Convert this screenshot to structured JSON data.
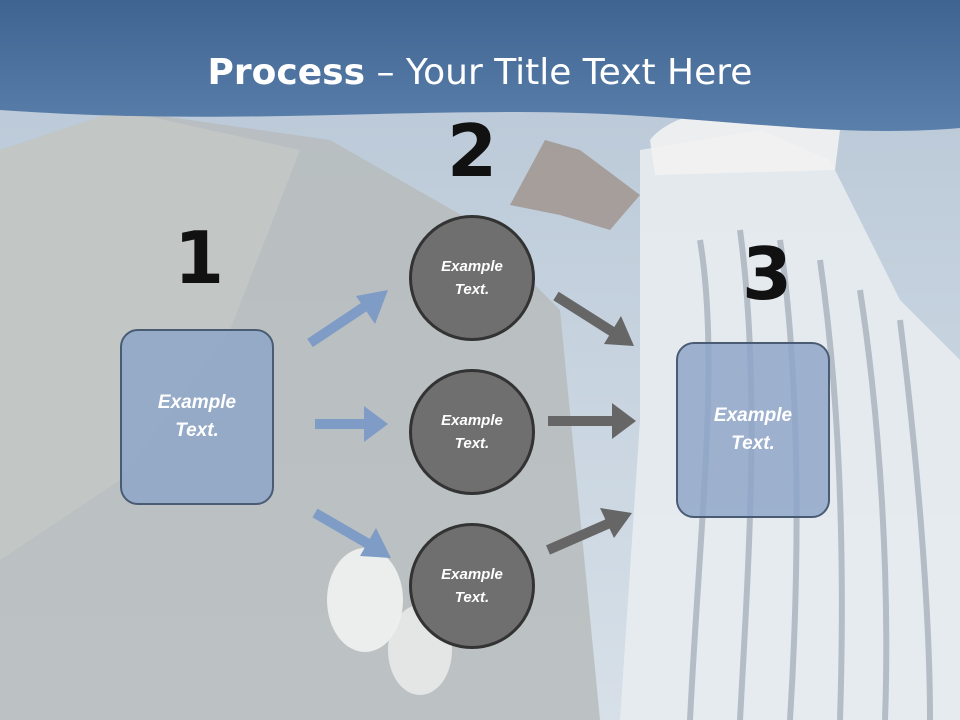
{
  "title": {
    "bold": "Process",
    "rest": " – Your Title Text Here"
  },
  "steps": [
    {
      "number": "1",
      "text": "Example\nText."
    },
    {
      "number": "2"
    },
    {
      "number": "3",
      "text": "Example\nText."
    }
  ],
  "circles": [
    {
      "text": "Example\nText."
    },
    {
      "text": "Example\nText."
    },
    {
      "text": "Example\nText."
    }
  ],
  "colors": {
    "header": "#4f72a0",
    "box_fill": "#8ca5c8",
    "circle_fill": "#6f6f6f",
    "arrow_blue": "#7e9cc6",
    "arrow_gray": "#666666"
  }
}
